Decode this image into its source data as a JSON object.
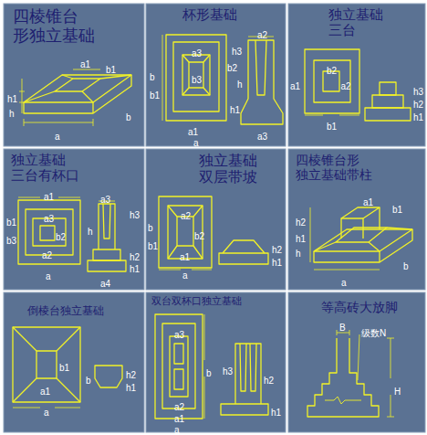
{
  "diagram": {
    "nodes": [
      {
        "text": [
          "四棱锥台 形独立基础"
        ]
      },
      {
        "text": [
          "杯形基础"
        ]
      },
      {
        "text": [
          "独立基础 三台"
        ]
      },
      {
        "text": [
          "独立基础 三台有杯口"
        ]
      },
      {
        "text": [
          "独立基础 双层带坡"
        ]
      },
      {
        "text": [
          "四棱锥台形 独立基础带柱"
        ]
      },
      {
        "text": [
          "倒棱台独立基础"
        ]
      },
      {
        "text": [
          "双台双杯口独立基础"
        ]
      },
      {
        "text": [
          "等高砖大放脚"
        ]
      }
    ],
    "labels": [
      "a1",
      "b1",
      "h1",
      "h",
      "a",
      "b",
      "a2",
      "b",
      "b1",
      "a3",
      "b3",
      "b2",
      "a1",
      "a",
      "h3",
      "h",
      "h1",
      "a3",
      "a1",
      "b2",
      "a2",
      "b1",
      "h3",
      "h2",
      "h1",
      "a1",
      "b1",
      "b3",
      "a3",
      "b2",
      "a2",
      "a",
      "a3",
      "h",
      "h3",
      "h2",
      "h1",
      "a4",
      "a2",
      "b",
      "b1",
      "b2",
      "a1",
      "a",
      "h2",
      "h1",
      "h2",
      "h1",
      "h",
      "a1",
      "b1",
      "a",
      "b",
      "b1",
      "a1",
      "a",
      "b",
      "h2",
      "h1",
      "a3",
      "a2",
      "a1",
      "a",
      "b",
      "h3",
      "h2",
      "h1",
      "B",
      "级数N",
      "H"
    ]
  }
}
